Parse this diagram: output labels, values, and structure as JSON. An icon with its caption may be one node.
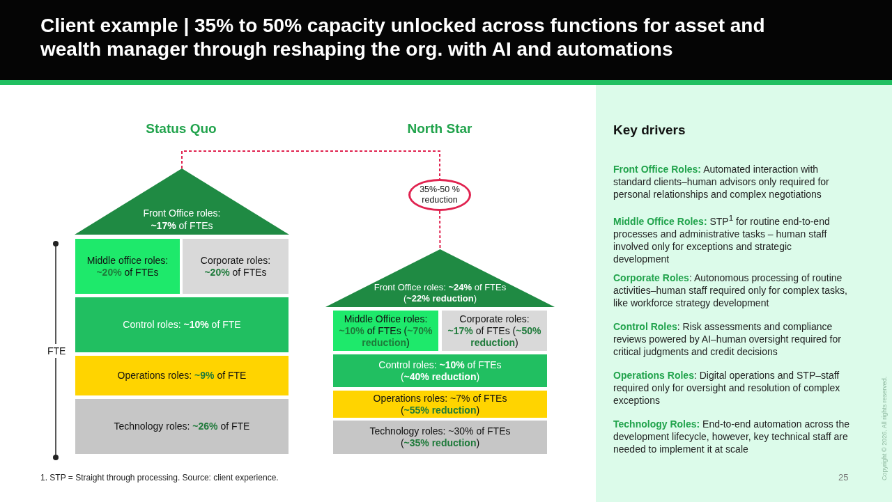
{
  "diagram": {
    "title": "Client example | 35% to 50% capacity unlocked across functions for asset and wealth manager through reshaping the org. with AI and automations",
    "nodes": [
      {
        "text": [
          "Front Office roles: **~17%** of FTEs"
        ]
      },
      {
        "text": [
          "Middle office roles: **~20%** of FTEs"
        ]
      },
      {
        "text": [
          "Corporate roles: **~20%** of FTEs"
        ]
      },
      {
        "text": [
          "Control roles: **~10%** of FTE"
        ]
      },
      {
        "text": [
          "Operations roles: **~9%** of FTE"
        ]
      },
      {
        "text": [
          "Technology roles: **~26%** of FTE"
        ]
      },
      {
        "text": [
          "35%-50 % reduction"
        ]
      },
      {
        "text": [
          "Front Office roles: **~24%** of FTEs (**~22% reduction**)"
        ]
      },
      {
        "text": [
          "Middle Office roles: **~10%** of FTEs (**~70% reduction**)"
        ]
      },
      {
        "text": [
          "Corporate roles: **~17%** of FTEs (**~50% reduction**)"
        ]
      },
      {
        "text": [
          "Control roles: **~10%** of FTEs (**~40% reduction**)"
        ]
      },
      {
        "text": [
          "Operations roles: ~7% of FTEs (**~55% reduction**)"
        ]
      },
      {
        "text": [
          "Technology roles: ~30% of FTEs (**~35% reduction**)"
        ]
      },
      {
        "text": [
          "Key drivers",
          "**Front Office Roles:** Automated interaction with standard clients–human advisors only required for personal relationships and complex negotiations",
          "**Middle Office Roles:** STP$^{1}$ for routine end-to-end processes and administrative tasks – human staff involved only for exceptions and strategic development",
          "**Corporate Roles**: Autonomous processing of routine activities–human staff required only for complex tasks, like workforce strategy development",
          "**Control Roles**: Risk assessments and compliance reviews powered by AI–human oversight required for critical judgments and credit decisions",
          "**Operations Roles**: Digital operations and STP–staff required only for oversight and resolution of complex exceptions",
          "**Technology Roles:** End-to-end automation across the development lifecycle, however, key technical staff are needed to implement it at scale"
        ]
      }
    ],
    "edges": [
      {
        "from": 0,
        "to": 6,
        "arrow": "none",
        "style": "dashed"
      },
      {
        "from": 6,
        "to": 7,
        "arrow": "none",
        "style": "dashed"
      }
    ],
    "labels": [
      "Status Quo",
      "North Star",
      "FTE",
      "1. STP = Straight through processing. Source: client experience.",
      "25",
      "Copyright © 2026. All rights reserved."
    ]
  }
}
